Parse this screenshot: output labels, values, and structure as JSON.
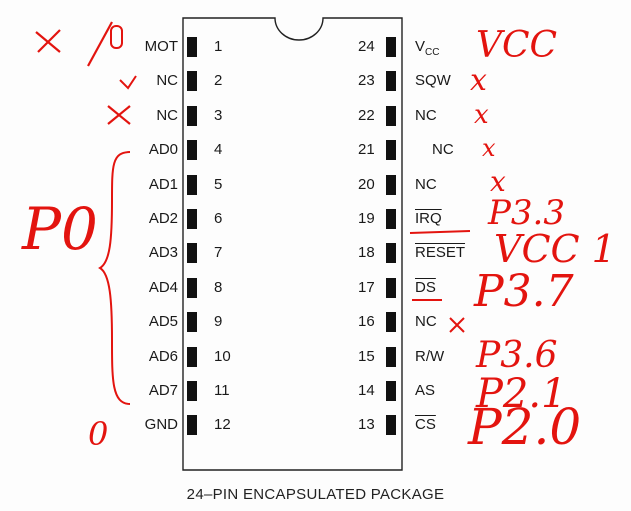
{
  "package_caption": "24–PIN ENCAPSULATED PACKAGE",
  "left_pins": [
    {
      "num": "1",
      "name": "MOT",
      "note": "x/0"
    },
    {
      "num": "2",
      "name": "NC",
      "note": "v"
    },
    {
      "num": "3",
      "name": "NC",
      "note": "x"
    },
    {
      "num": "4",
      "name": "AD0",
      "note": ""
    },
    {
      "num": "5",
      "name": "AD1",
      "note": ""
    },
    {
      "num": "6",
      "name": "AD2",
      "note": ""
    },
    {
      "num": "7",
      "name": "AD3",
      "note": ""
    },
    {
      "num": "8",
      "name": "AD4",
      "note": ""
    },
    {
      "num": "9",
      "name": "AD5",
      "note": ""
    },
    {
      "num": "10",
      "name": "AD6",
      "note": ""
    },
    {
      "num": "11",
      "name": "AD7",
      "note": ""
    },
    {
      "num": "12",
      "name": "GND",
      "note": "0"
    }
  ],
  "right_pins": [
    {
      "num": "24",
      "name_main": "V",
      "name_sub": "CC",
      "overline": false,
      "note": "VCC"
    },
    {
      "num": "23",
      "name_main": "SQW",
      "name_sub": "",
      "overline": false,
      "note": "x"
    },
    {
      "num": "22",
      "name_main": "NC",
      "name_sub": "",
      "overline": false,
      "note": "x"
    },
    {
      "num": "21",
      "name_main": "NC",
      "name_sub": "",
      "overline": false,
      "note": "x"
    },
    {
      "num": "20",
      "name_main": "NC",
      "name_sub": "",
      "overline": false,
      "note": "x"
    },
    {
      "num": "19",
      "name_main": "IRQ",
      "name_sub": "",
      "overline": true,
      "note": "P3.3"
    },
    {
      "num": "18",
      "name_main": "RESET",
      "name_sub": "",
      "overline": true,
      "note": "VCC 1"
    },
    {
      "num": "17",
      "name_main": "DS",
      "name_sub": "",
      "overline": true,
      "note": "P3.7"
    },
    {
      "num": "16",
      "name_main": "NC",
      "name_sub": "",
      "overline": false,
      "note": "x"
    },
    {
      "num": "15",
      "name_main": "R/W",
      "name_sub": "",
      "overline": false,
      "note": "P3.6"
    },
    {
      "num": "14",
      "name_main": "AS",
      "name_sub": "",
      "overline": false,
      "note": "P2.1"
    },
    {
      "num": "13",
      "name_main": "CS",
      "name_sub": "",
      "overline": true,
      "note": "P2.0"
    }
  ],
  "bus_note": "P0",
  "colors": {
    "ink": "#1a1a1a",
    "annotation": "#e3140f",
    "pad": "#111111"
  }
}
